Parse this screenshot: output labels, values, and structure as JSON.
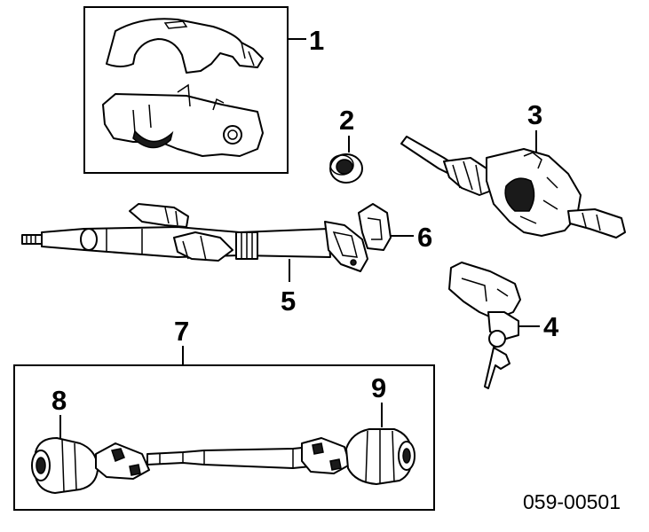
{
  "diagram": {
    "callouts": [
      {
        "id": "1",
        "label": "1"
      },
      {
        "id": "2",
        "label": "2"
      },
      {
        "id": "3",
        "label": "3"
      },
      {
        "id": "4",
        "label": "4"
      },
      {
        "id": "5",
        "label": "5"
      },
      {
        "id": "6",
        "label": "6"
      },
      {
        "id": "7",
        "label": "7"
      },
      {
        "id": "8",
        "label": "8"
      },
      {
        "id": "9",
        "label": "9"
      }
    ],
    "reference_code": "059-00501"
  }
}
